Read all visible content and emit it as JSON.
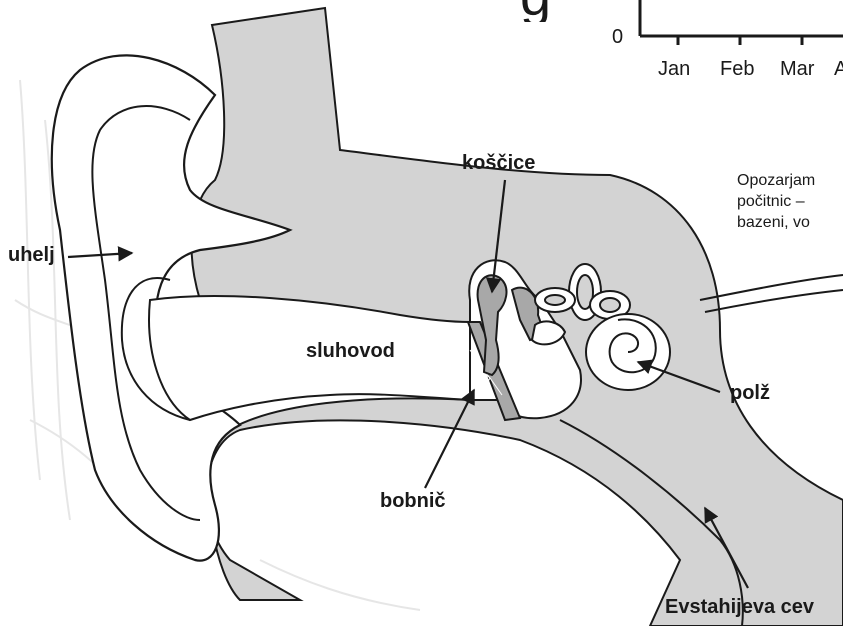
{
  "labels": {
    "ossicles": "koščice",
    "pinna": "uhelj",
    "ear_canal": "sluhovod",
    "eardrum": "bobnič",
    "cochlea": "polž",
    "eustachian_tube": "Evstahijeva cev"
  },
  "background_chart": {
    "title_fragment": "g",
    "y_tick": "0",
    "x_ticks": [
      "Jan",
      "Feb",
      "Mar"
    ],
    "last_tick_fragment": "A"
  },
  "background_text": {
    "line1": "Opozarjam",
    "line2": "počitnic –",
    "line3": "bazeni, vo"
  },
  "colors": {
    "tissue_fill": "#d3d3d3",
    "ossicle_fill": "#a8a8a8",
    "outline": "#1a1a1a"
  }
}
